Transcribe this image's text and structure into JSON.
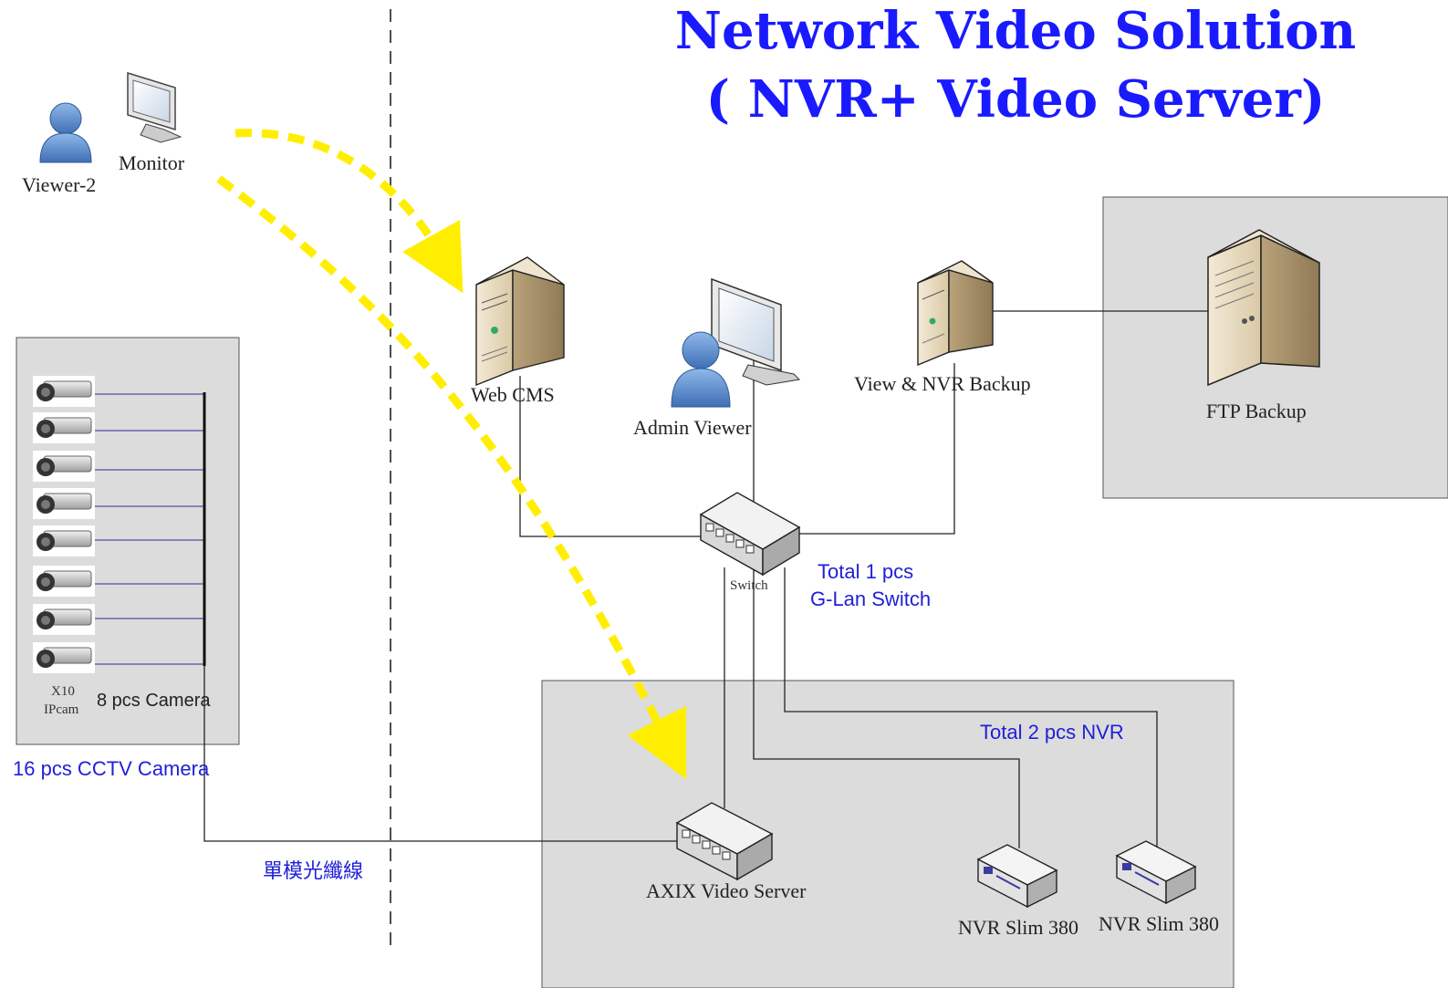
{
  "title": {
    "line1": "Network Video Solution",
    "line2": "( NVR+ Video Server)"
  },
  "colors": {
    "title": "#1a1aff",
    "blue_text": "#2020d8",
    "panel_fill": "#dcdcdc",
    "yellow_arrow": "#ffee00",
    "camera_link": "#2a2a9a"
  },
  "nodes": {
    "viewer2": "Viewer-2",
    "monitor": "Monitor",
    "web_cms": "Web CMS",
    "admin_viewer": "Admin Viewer",
    "view_nvr_backup": "View & NVR Backup",
    "ftp_backup": "FTP Backup",
    "switch": "Switch",
    "axix_video_server": "AXIX Video Server",
    "nvr_slim_1": "NVR Slim 380",
    "nvr_slim_2": "NVR Slim 380"
  },
  "annotations": {
    "switch_total_line1": "Total 1 pcs",
    "switch_total_line2": "G-Lan Switch",
    "nvr_total": "Total 2 pcs NVR",
    "cctv_total": "16 pcs CCTV Camera",
    "fiber": "單模光纖線"
  },
  "camera_panel": {
    "x10": "X10",
    "ipcam": "IPcam",
    "count_label": "8 pcs Camera",
    "camera_count": 8
  },
  "icons": {
    "user": "user-icon",
    "monitor": "monitor-icon",
    "server": "server-tower-icon",
    "switch": "network-switch-icon",
    "nvr": "nvr-device-icon",
    "camera": "cctv-camera-icon"
  }
}
